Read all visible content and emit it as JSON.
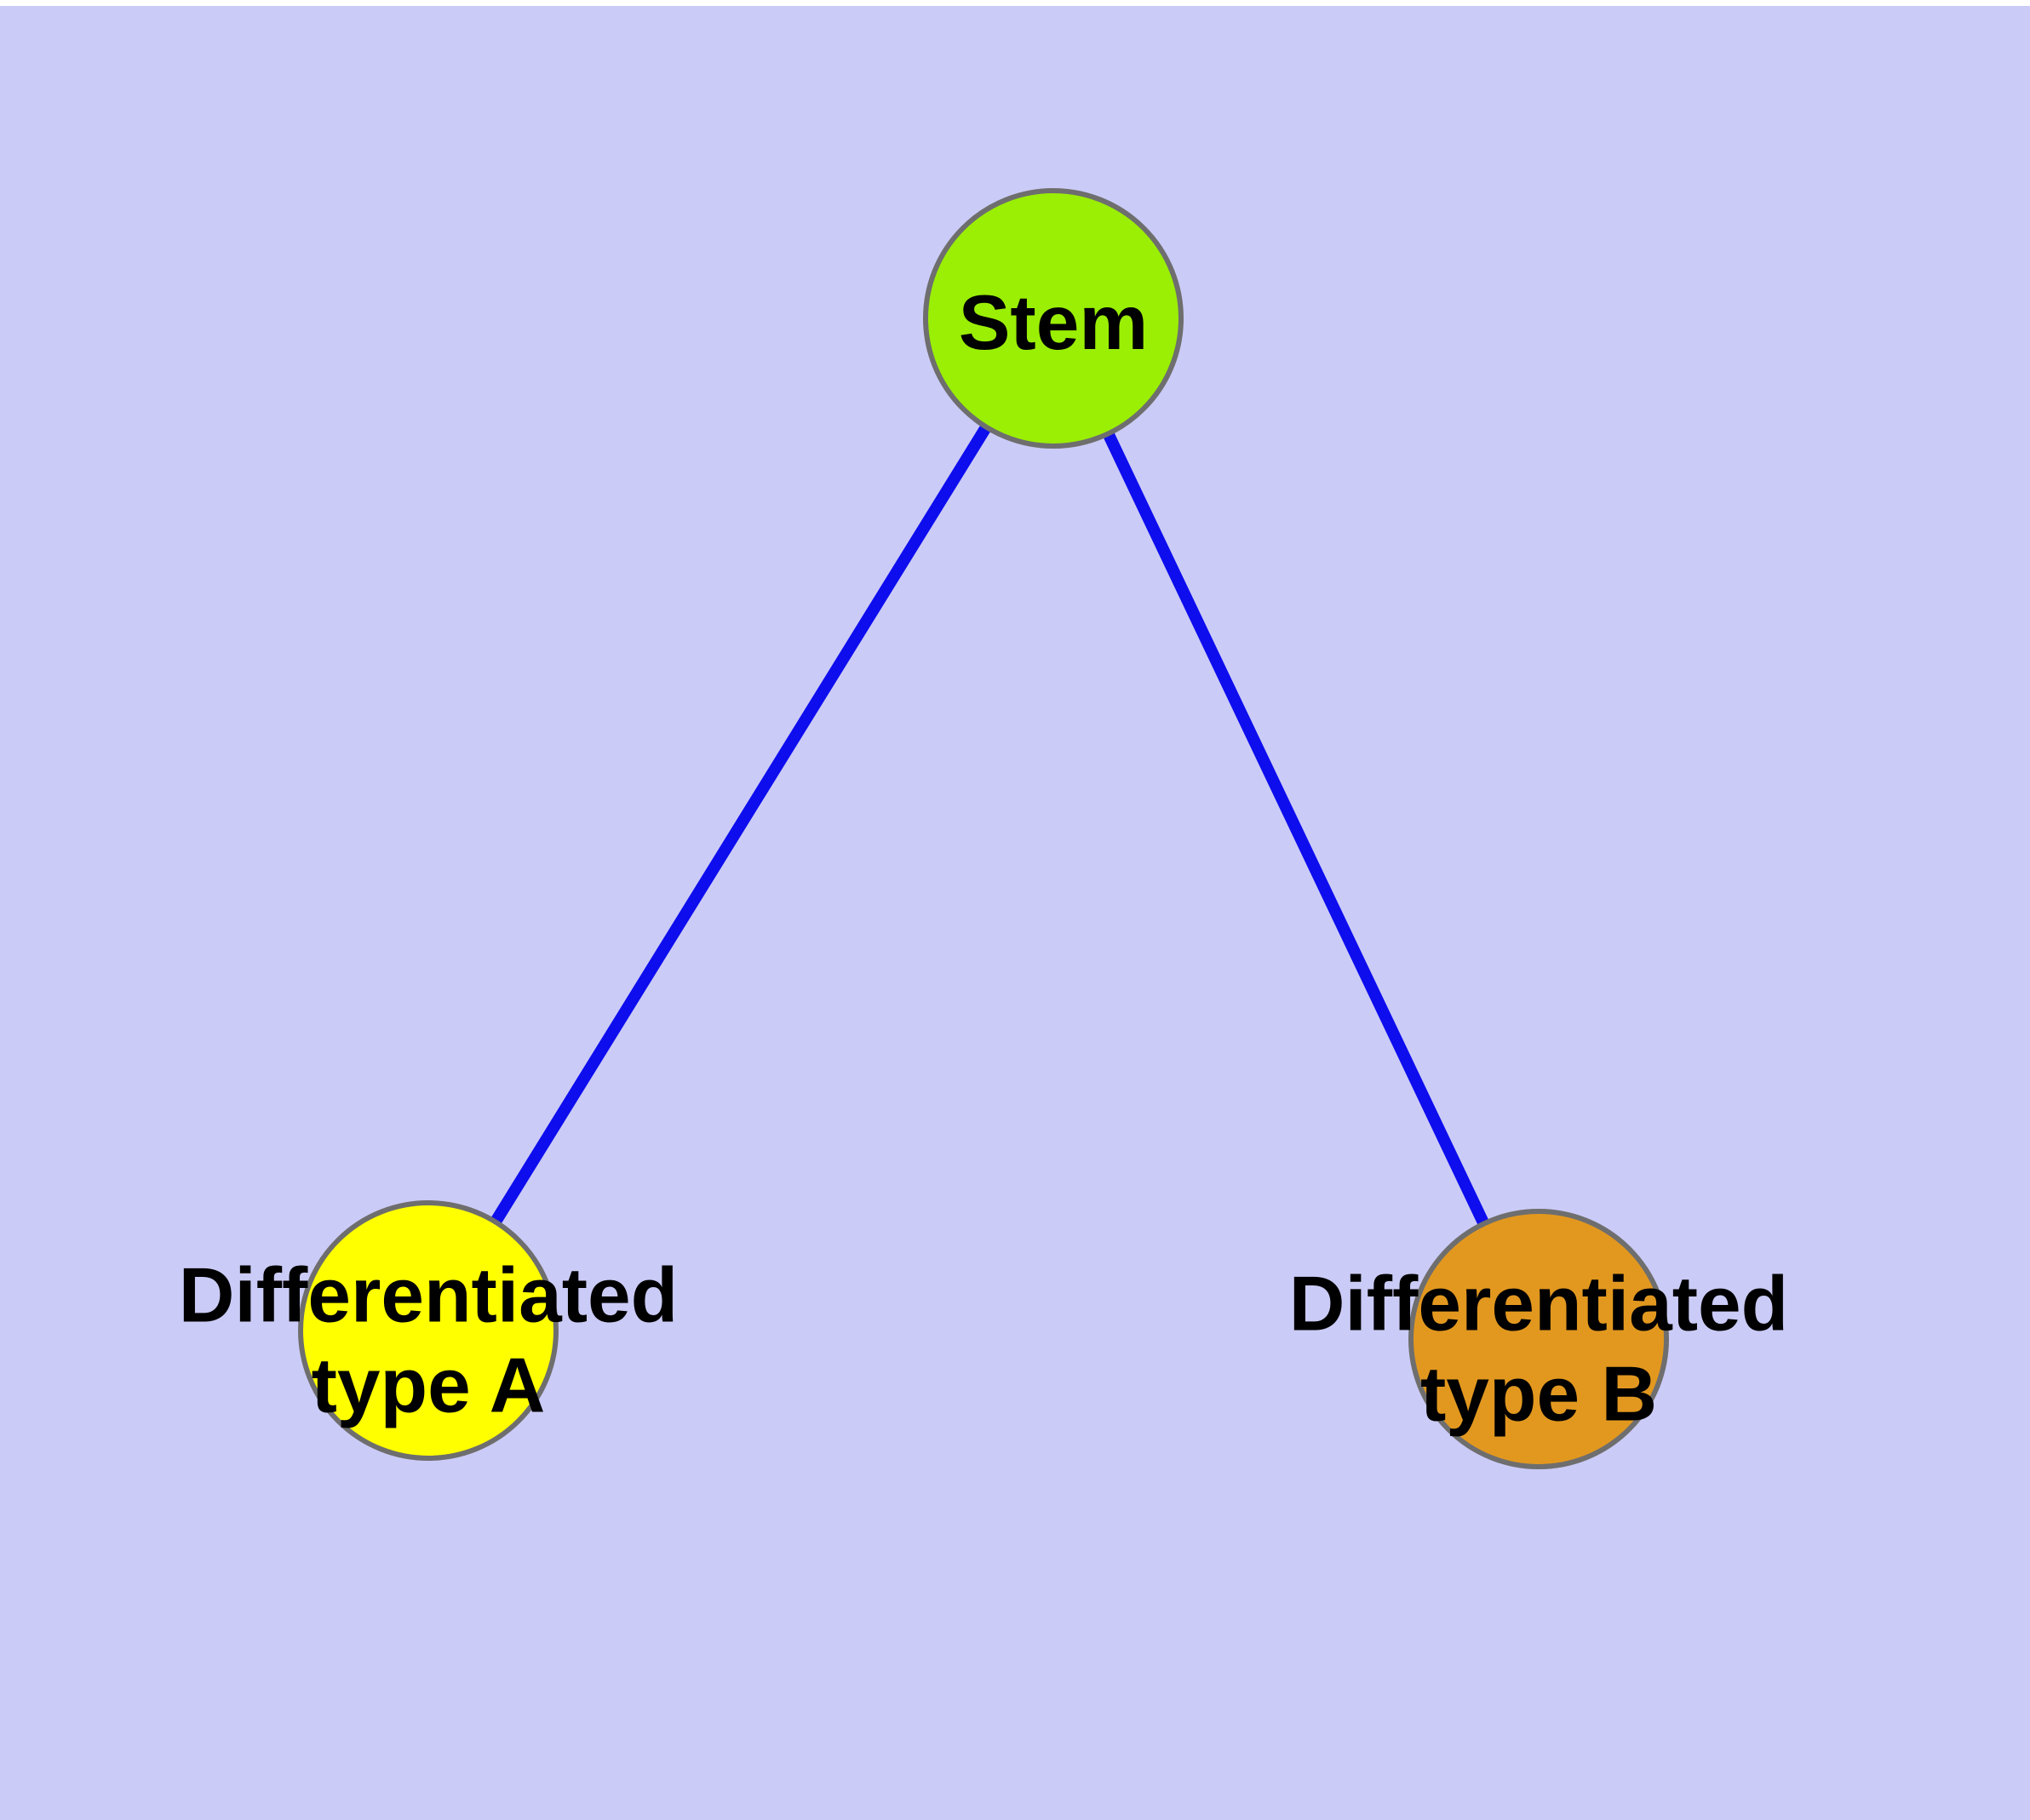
{
  "diagram": {
    "type": "node-link-graph",
    "background_color": "#cbcbf7",
    "top_margin_color": "#ffffff",
    "node_border_color": "#6e6e6e",
    "label_color": "#000000",
    "nodes": [
      {
        "id": "stem",
        "label": "Stem",
        "lines": [
          "Stem"
        ],
        "fill_color": "#9aef05"
      },
      {
        "id": "differentiated-type-a",
        "label": "Differentiated type A",
        "lines": [
          "Differentiated",
          "type A"
        ],
        "fill_color": "#ffff00"
      },
      {
        "id": "differentiated-type-b",
        "label": "Differentiated type B",
        "lines": [
          "Differentiated",
          "type B"
        ],
        "fill_color": "#e2981f"
      }
    ],
    "edges": [
      {
        "from": "Stem",
        "to": "Differentiated type A",
        "color": "#0d0dee"
      },
      {
        "from": "Stem",
        "to": "Differentiated type B",
        "color": "#0d0dee"
      }
    ]
  }
}
